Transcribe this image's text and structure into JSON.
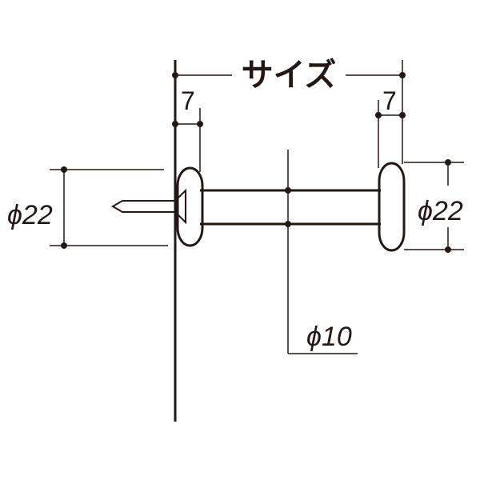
{
  "diagram": {
    "type": "technical-drawing",
    "subject": "wall-mounted bar hanger with nail fixing",
    "line_color": "#231815",
    "background": "#ffffff",
    "dimensions": {
      "overall_size": "サイズ",
      "left_cap_width": "7",
      "right_cap_width": "7",
      "left_cap_diameter": "φ22",
      "right_cap_diameter": "φ22",
      "bar_diameter": "φ10"
    },
    "labels": {
      "size_label": "サイズ",
      "left_seven": "7",
      "right_seven": "7",
      "left_phi": "ϕ22",
      "right_phi": "ϕ22",
      "bar_phi": "ϕ10"
    }
  }
}
